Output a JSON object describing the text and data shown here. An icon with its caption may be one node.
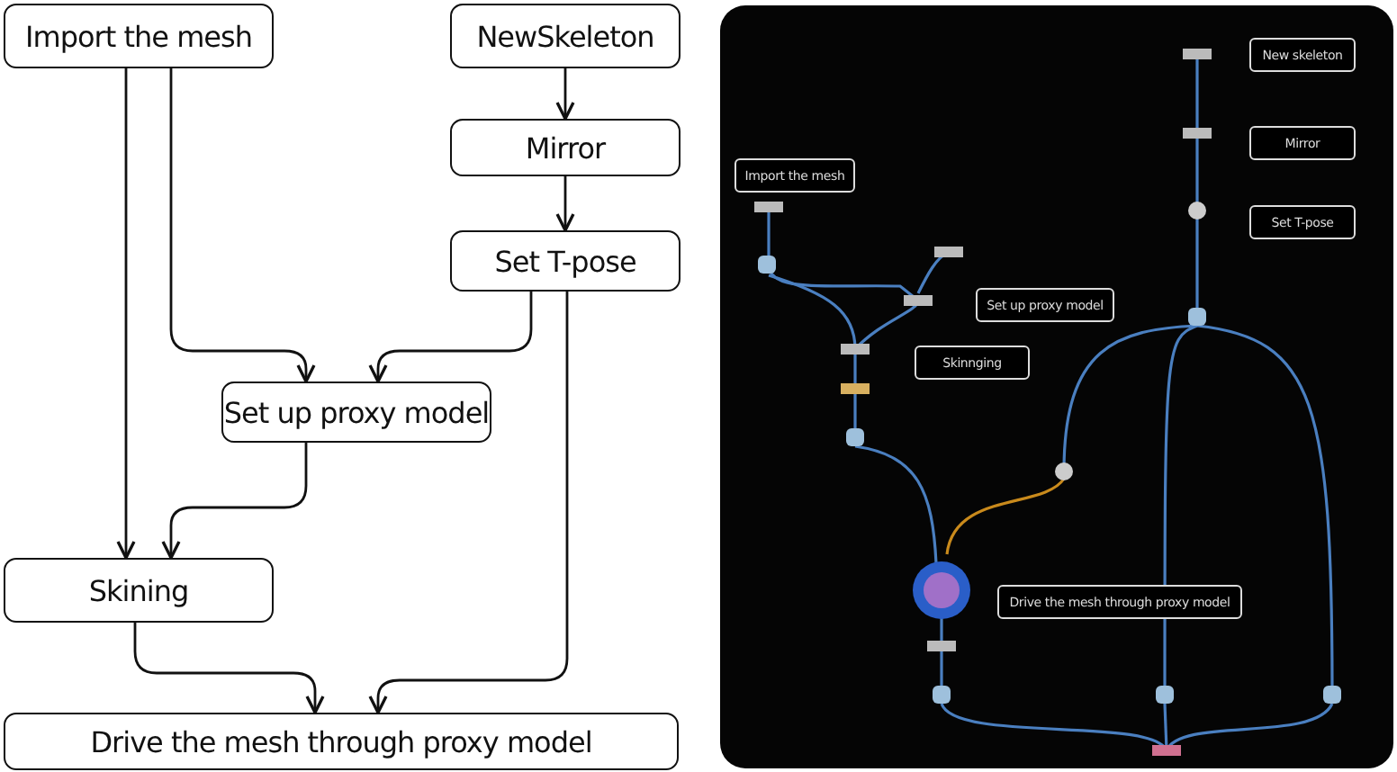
{
  "diagram": {
    "nodes": [
      {
        "text": [
          "Import the mesh"
        ]
      },
      {
        "text": [
          "NewSkeleton"
        ]
      },
      {
        "text": [
          "Mirror"
        ]
      },
      {
        "text": [
          "Set T-pose"
        ]
      },
      {
        "text": [
          "Set up proxy model"
        ]
      },
      {
        "text": [
          "Skining"
        ]
      },
      {
        "text": [
          "Drive the mesh through proxy model"
        ]
      },
      {
        "text": [],
        "shape": "picture"
      },
      {
        "text": [
          "New skeleton"
        ],
        "in": 7
      },
      {
        "text": [
          "Mirror"
        ],
        "in": 7
      },
      {
        "text": [
          "Set T-pose"
        ],
        "in": 7
      },
      {
        "text": [
          "Import the mesh"
        ],
        "in": 7
      },
      {
        "text": [
          "Set up proxy model"
        ],
        "in": 7
      },
      {
        "text": [
          "Skinnging"
        ],
        "in": 7
      },
      {
        "text": [
          "Drive the mesh through proxy model"
        ],
        "in": 7
      }
    ],
    "edges": [
      {
        "from": 0,
        "to": 5,
        "arrow": "to"
      },
      {
        "from": 0,
        "to": 4,
        "arrow": "to"
      },
      {
        "from": 1,
        "to": 2,
        "arrow": "to"
      },
      {
        "from": 2,
        "to": 3,
        "arrow": "to"
      },
      {
        "from": 3,
        "to": 4,
        "arrow": "to"
      },
      {
        "from": 3,
        "to": 6,
        "arrow": "to"
      },
      {
        "from": 4,
        "to": 5,
        "arrow": "to"
      },
      {
        "from": 5,
        "to": 6,
        "arrow": "to"
      }
    ]
  }
}
